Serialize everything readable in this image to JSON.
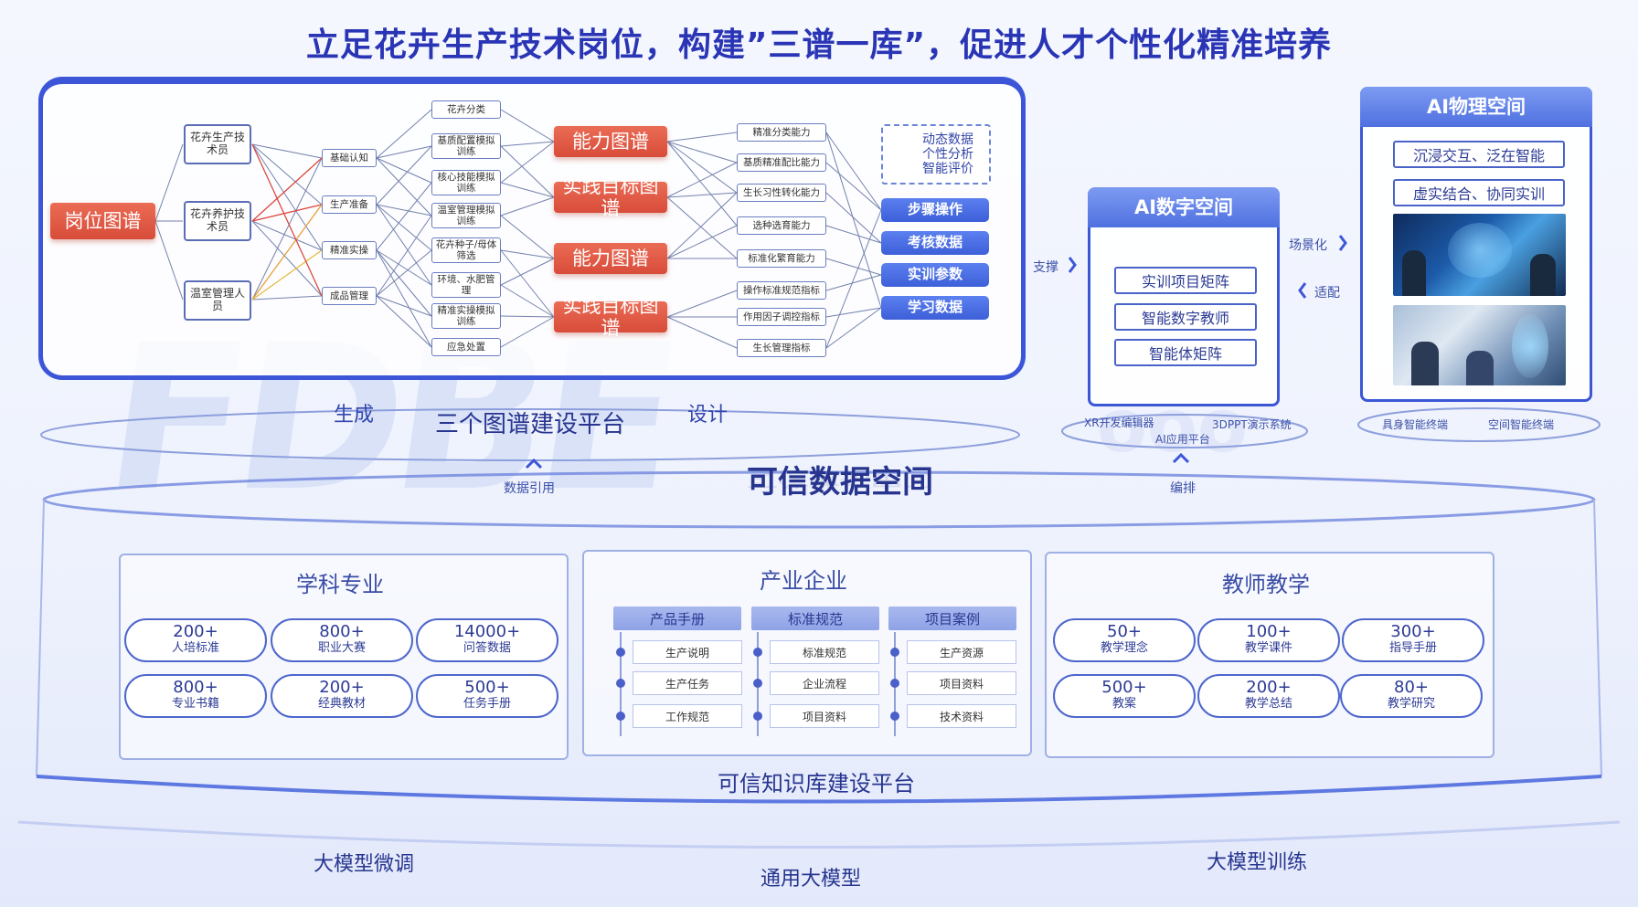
{
  "title": "立足花卉生产技术岗位，构建”三谱一库”，促进人才个性化精准培养",
  "watermark": "FDBE",
  "watermark2": "ooo",
  "graph": {
    "job_map": "岗位图谱",
    "roles": [
      "花卉生产技术员",
      "花卉养护技术员",
      "温室管理人员"
    ],
    "stages": [
      "基础认知",
      "生产准备",
      "精准实操",
      "成品管理"
    ],
    "tasks": [
      "花卉分类",
      "基质配置模拟训练",
      "核心技能模拟训练",
      "温室管理模拟训练",
      "花卉种子/母体筛选",
      "环境、水肥管理",
      "精准实操模拟训练",
      "应急处置"
    ],
    "red_nodes": [
      "能力图谱",
      "实践目标图谱",
      "能力图谱",
      "实践目标图谱"
    ],
    "abilities": [
      "精准分类能力",
      "基质精准配比能力",
      "生长习性转化能力",
      "选种选育能力",
      "标准化繁育能力",
      "操作标准规范指标",
      "作用因子调控指标",
      "生长管理指标"
    ],
    "dynamic_box": "动态数据个性分析智能评价",
    "dynamic_lines": [
      "动态数据",
      "个性分析",
      "智能评价"
    ],
    "data_buttons": [
      "步骤操作",
      "考核数据",
      "实训参数",
      "学习数据"
    ]
  },
  "platform": {
    "generate": "生成",
    "name": "三个图谱建设平台",
    "design": "设计",
    "data_ref": "数据引用"
  },
  "ai_digital": {
    "title": "AI数字空间",
    "items": [
      "实训项目矩阵",
      "智能数字教师",
      "智能体矩阵"
    ],
    "support": "支撑",
    "scenario": "场景化",
    "adapt": "适配",
    "base": [
      "XR开发编辑器",
      "3DPPT演示系统",
      "AI应用平台"
    ],
    "arrange": "编排"
  },
  "ai_physical": {
    "title": "AI物理空间",
    "items": [
      "沉浸交互、泛在智能",
      "虚实结合、协同实训"
    ],
    "base": [
      "具身智能终端",
      "空间智能终端"
    ]
  },
  "trusted_space": "可信数据空间",
  "trusted_space_reflect": "可信数据空间",
  "discipline": {
    "title": "学科专业",
    "stats": [
      {
        "v": "200+",
        "l": "人培标准"
      },
      {
        "v": "800+",
        "l": "职业大赛"
      },
      {
        "v": "14000+",
        "l": "问答数据"
      },
      {
        "v": "800+",
        "l": "专业书籍"
      },
      {
        "v": "200+",
        "l": "经典教材"
      },
      {
        "v": "500+",
        "l": "任务手册"
      }
    ]
  },
  "industry": {
    "title": "产业企业",
    "columns": [
      {
        "header": "产品手册",
        "items": [
          "生产说明",
          "生产任务",
          "工作规范"
        ]
      },
      {
        "header": "标准规范",
        "items": [
          "标准规范",
          "企业流程",
          "项目资料"
        ]
      },
      {
        "header": "项目案例",
        "items": [
          "生产资源",
          "项目资料",
          "技术资料"
        ]
      }
    ]
  },
  "teacher": {
    "title": "教师教学",
    "stats": [
      {
        "v": "50+",
        "l": "教学理念"
      },
      {
        "v": "100+",
        "l": "教学课件"
      },
      {
        "v": "300+",
        "l": "指导手册"
      },
      {
        "v": "500+",
        "l": "教案"
      },
      {
        "v": "200+",
        "l": "教学总结"
      },
      {
        "v": "80+",
        "l": "教学研究"
      }
    ]
  },
  "knowledge_platform": "可信知识库建设平台",
  "bottom": {
    "finetune": "大模型微调",
    "general": "通用大模型",
    "training": "大模型训练"
  },
  "colors": {
    "accent": "#3d56d8",
    "red": "#e05a46",
    "title": "#2a35b5"
  }
}
